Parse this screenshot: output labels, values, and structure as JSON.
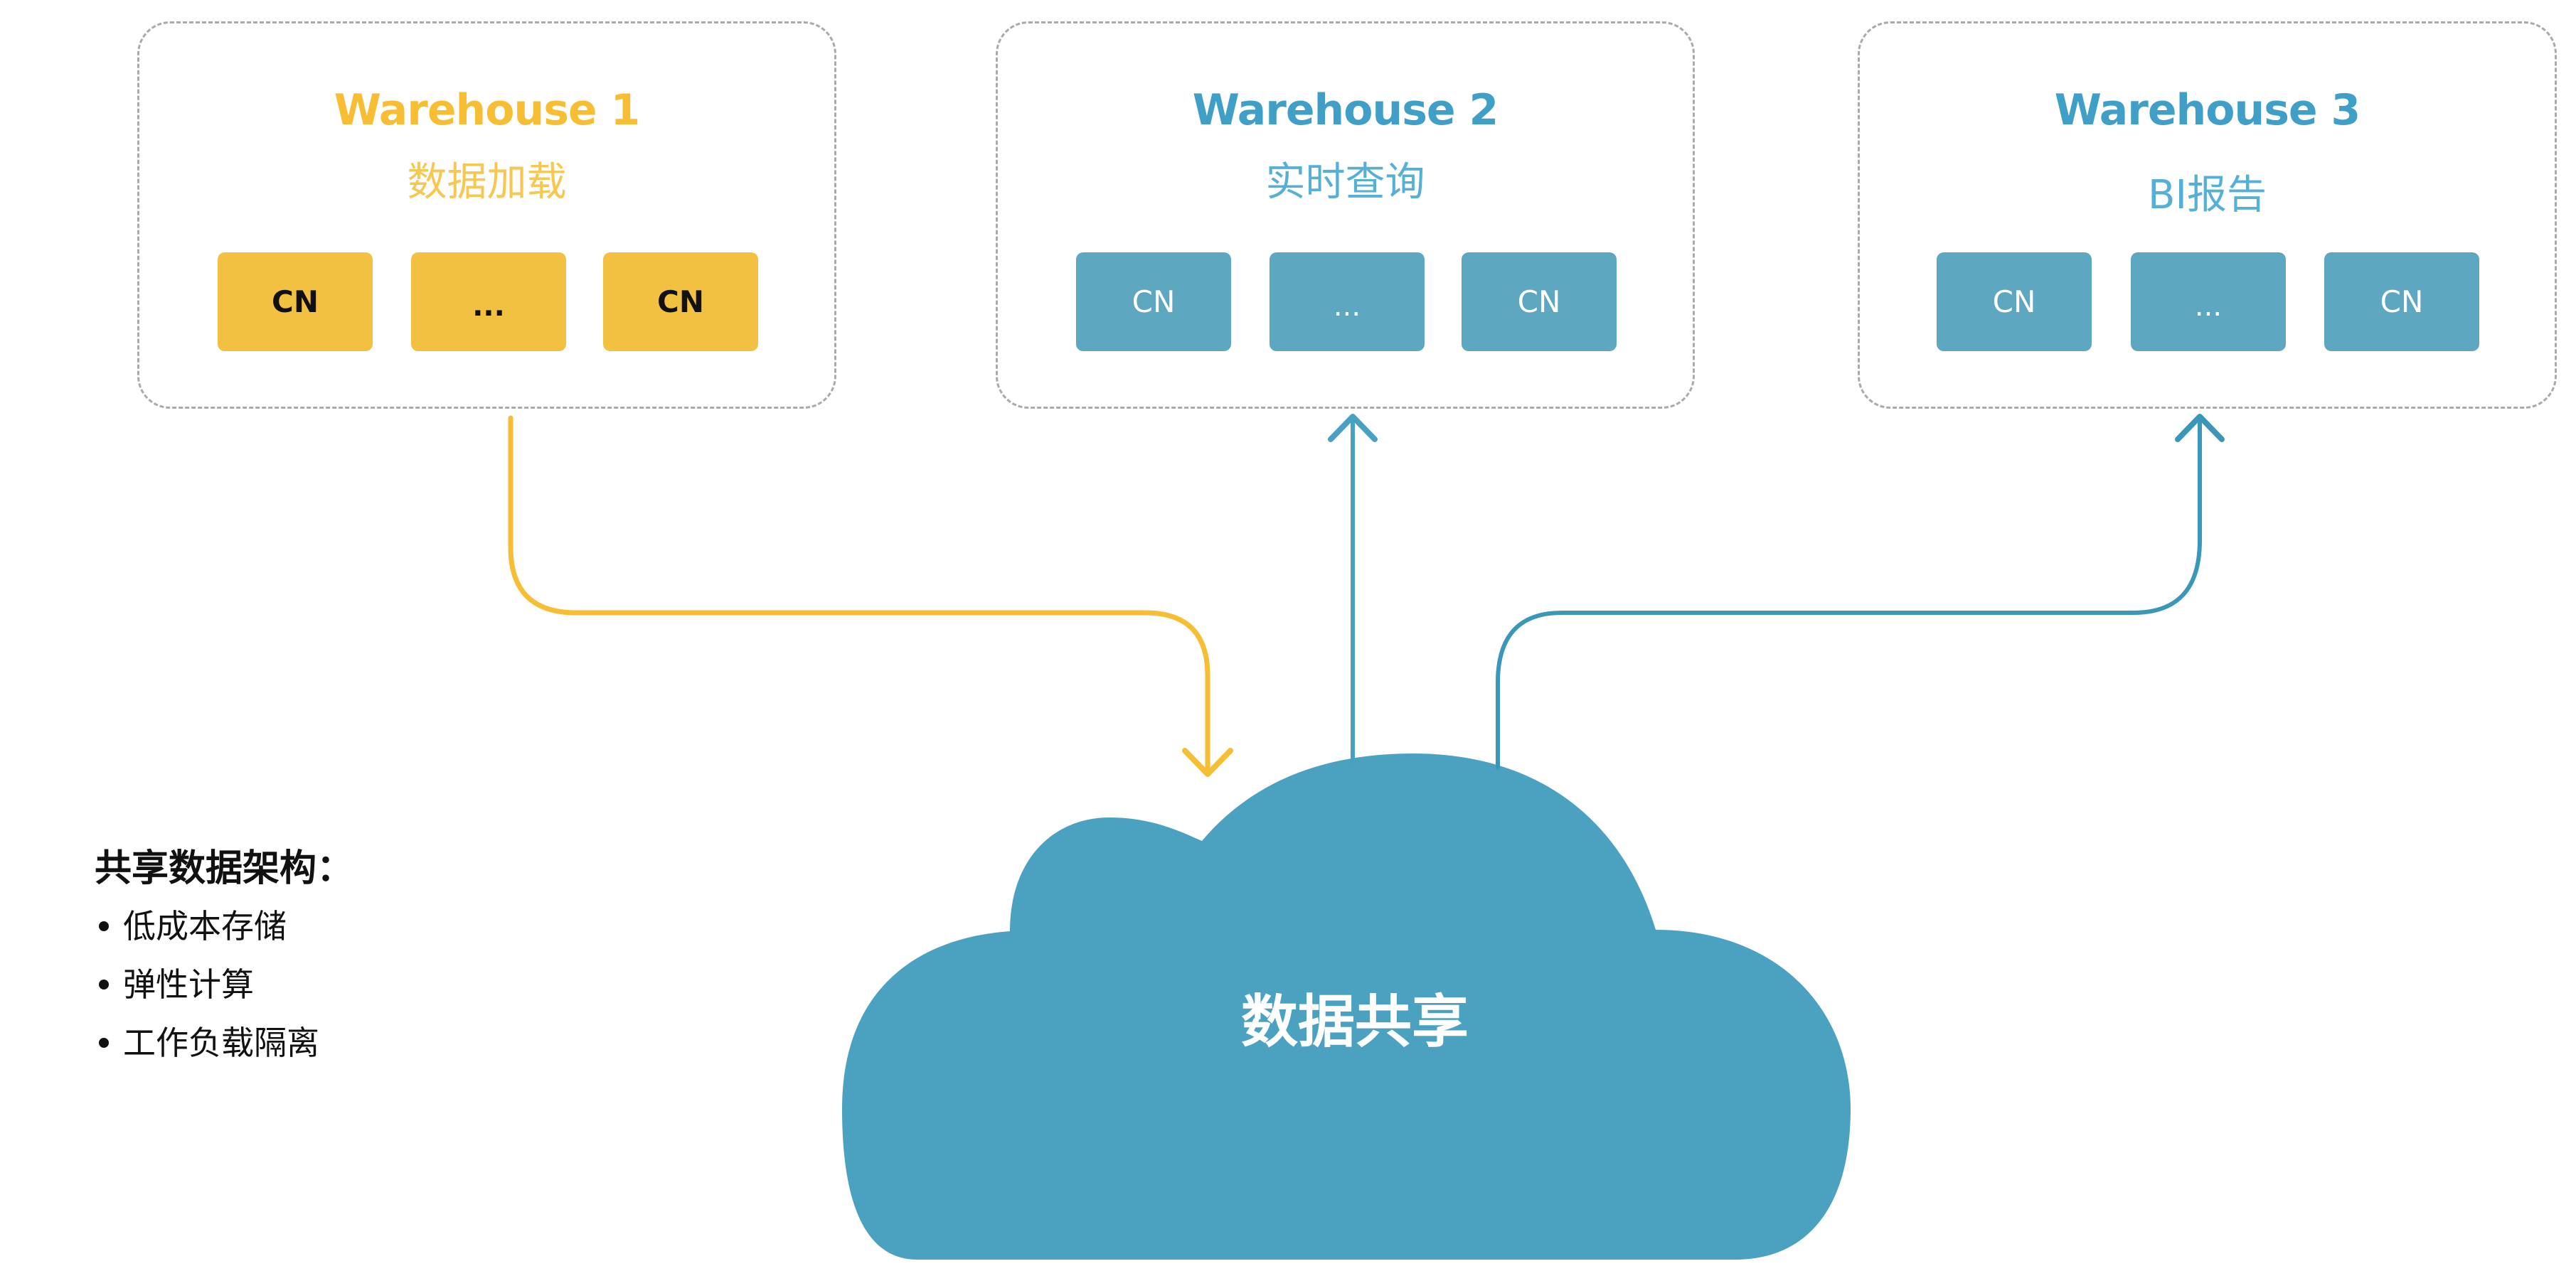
{
  "colors": {
    "yellow_accent": "#f7bd33",
    "yellow_node": "#f2c142",
    "blue_accent": "#3f9fc6",
    "blue_node": "#5ea7c0",
    "cloud": "#4ba2c0",
    "border_dashed": "#a9a9ae"
  },
  "warehouses": [
    {
      "title": "Warehouse 1",
      "subtitle": "数据加载",
      "theme": "yellow",
      "nodes": [
        "CN",
        "...",
        "CN"
      ],
      "flow": "to-cloud"
    },
    {
      "title": "Warehouse 2",
      "subtitle": "实时查询",
      "theme": "blue",
      "nodes": [
        "CN",
        "...",
        "CN"
      ],
      "flow": "from-cloud"
    },
    {
      "title": "Warehouse 3",
      "subtitle": "BI报告",
      "theme": "blue",
      "nodes": [
        "CN",
        "...",
        "CN"
      ],
      "flow": "from-cloud"
    }
  ],
  "cloud": {
    "label": "数据共享",
    "icon": "cloud-icon"
  },
  "legend": {
    "title": "共享数据架构：",
    "items": [
      "低成本存储",
      "弹性计算",
      "工作负载隔离"
    ]
  }
}
